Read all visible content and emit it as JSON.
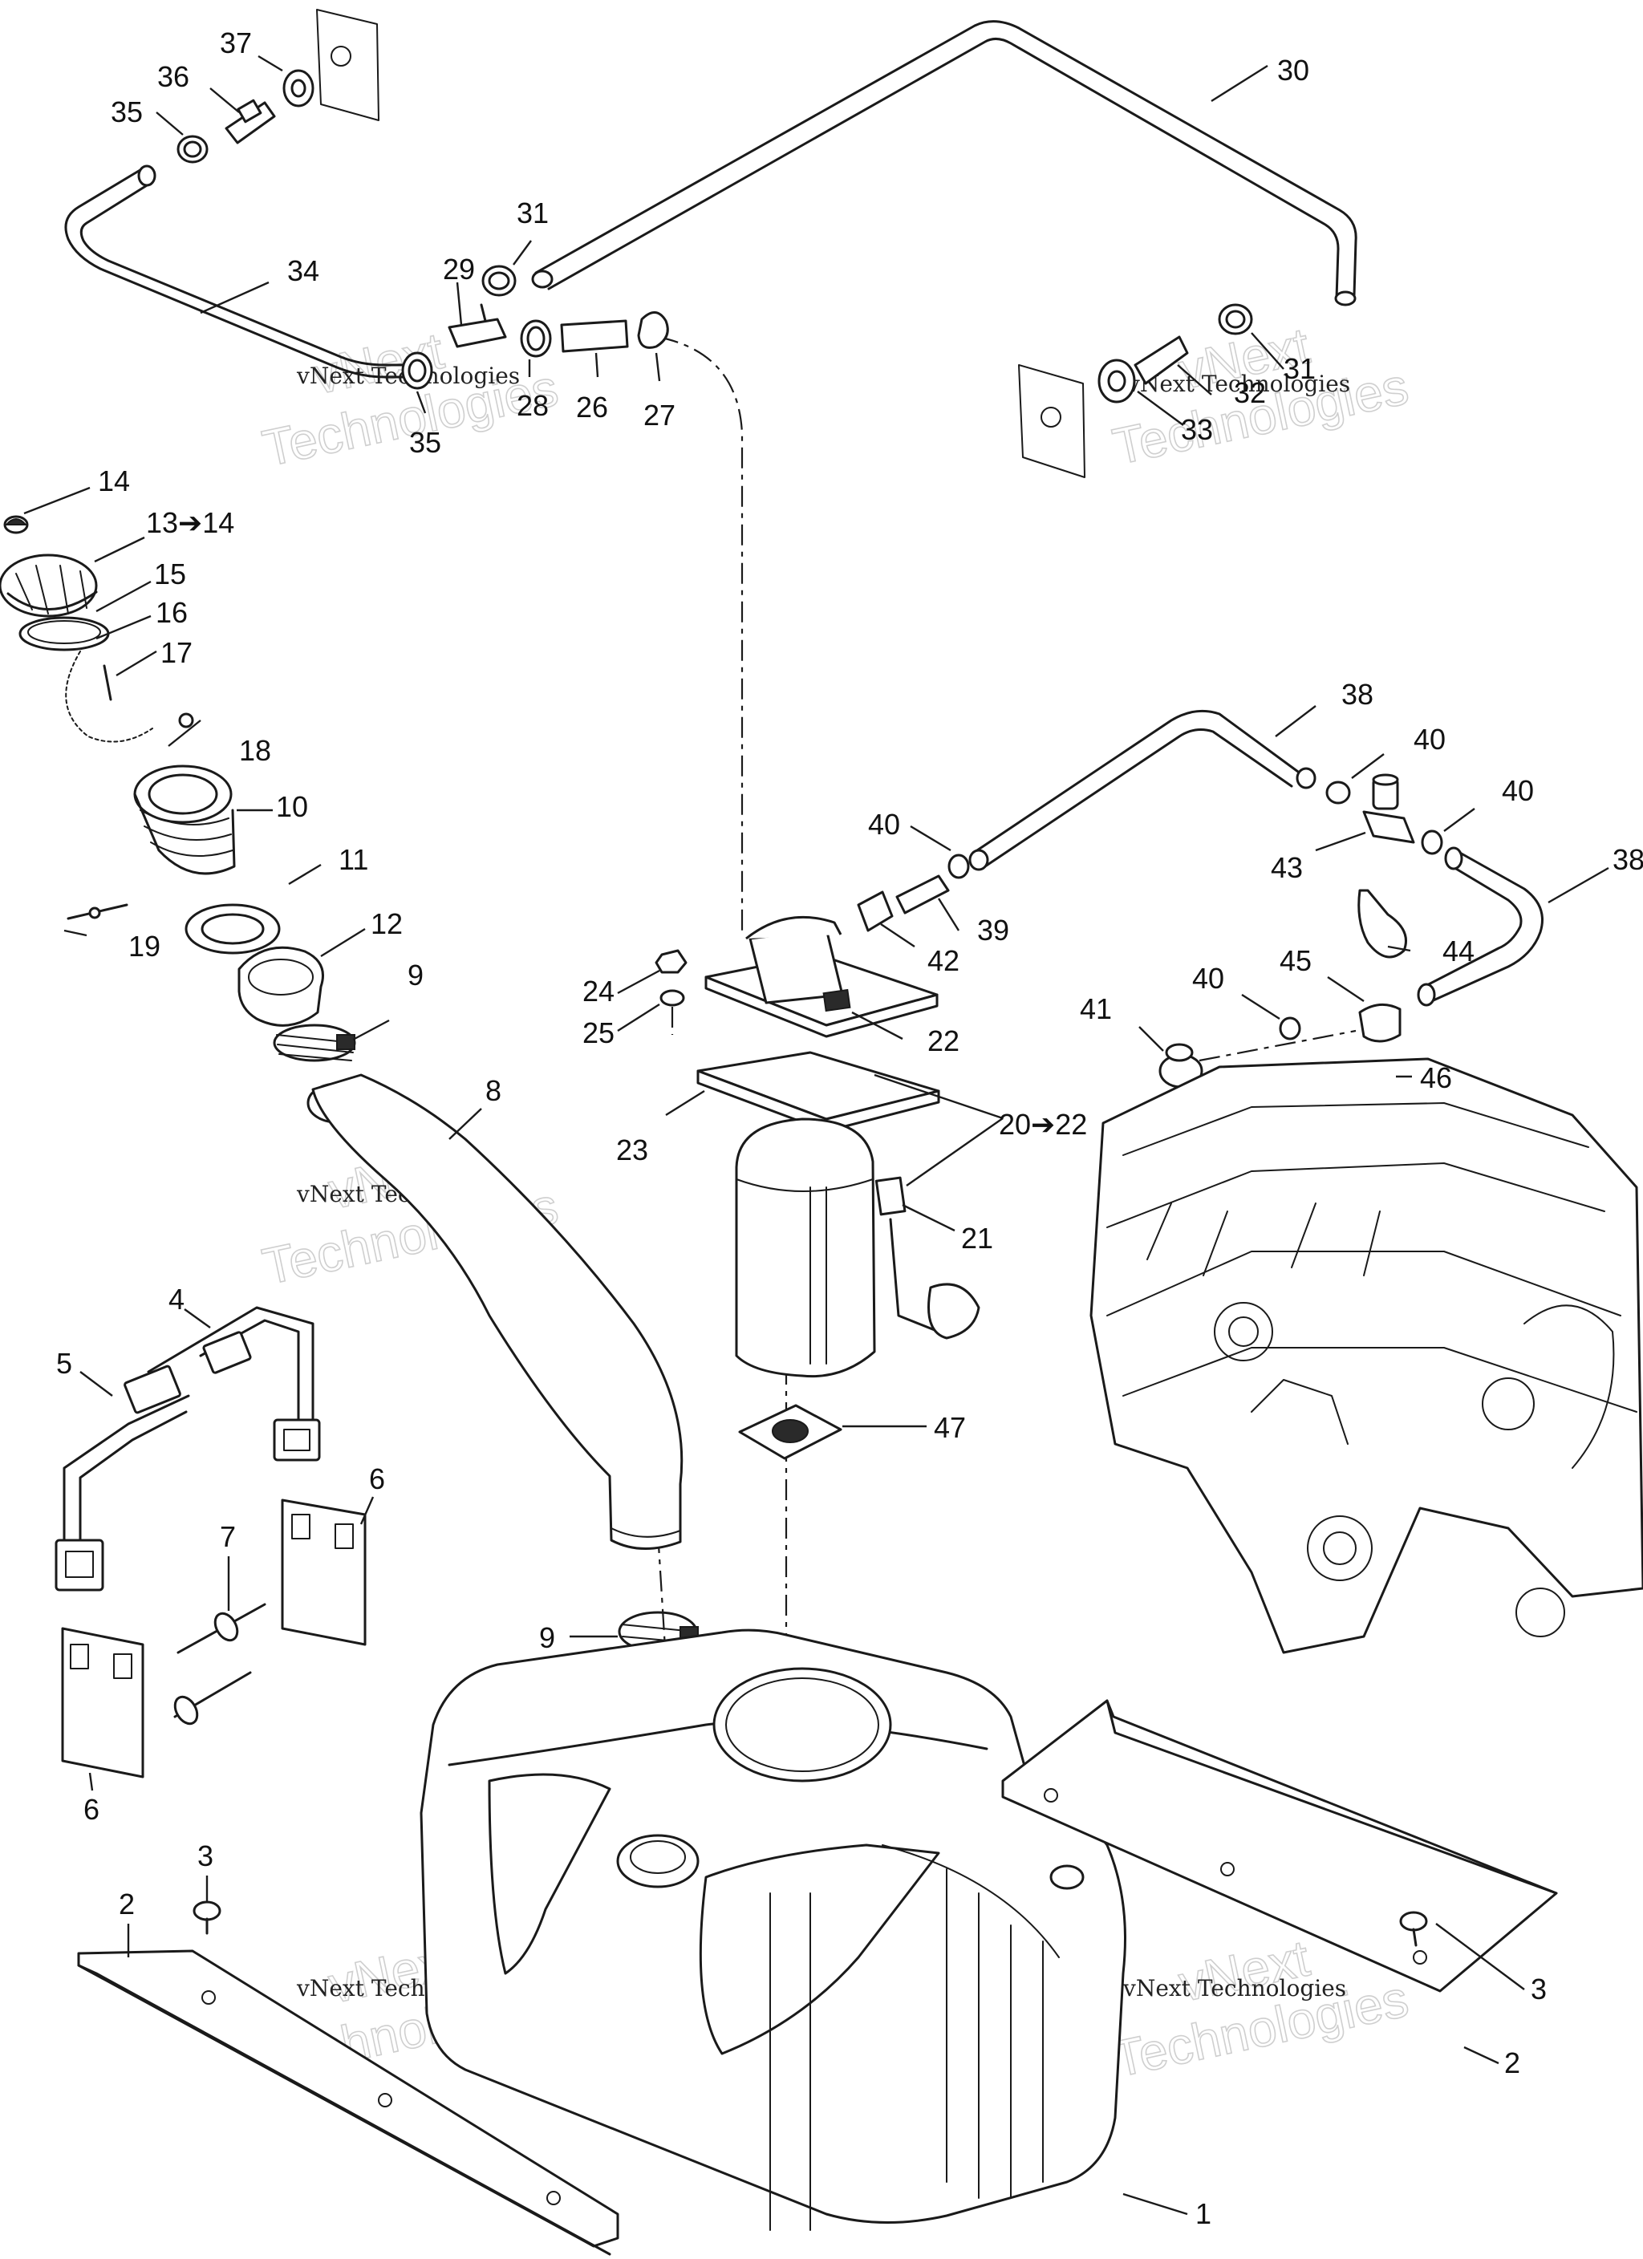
{
  "watermark": {
    "line1": "vNext",
    "line2": "Technologies",
    "small": "vNext Technologies"
  },
  "callouts": {
    "c1": "1",
    "c2a": "2",
    "c2b": "2",
    "c3a": "3",
    "c3b": "3",
    "c4": "4",
    "c5": "5",
    "c6a": "6",
    "c6b": "6",
    "c7": "7",
    "c8": "8",
    "c9a": "9",
    "c9b": "9",
    "c10": "10",
    "c11": "11",
    "c12": "12",
    "c13": "13➔14",
    "c14": "14",
    "c15": "15",
    "c16": "16",
    "c17": "17",
    "c18": "18",
    "c19": "19",
    "c20": "20➔22",
    "c21": "21",
    "c22": "22",
    "c23": "23",
    "c24": "24",
    "c25": "25",
    "c26": "26",
    "c27": "27",
    "c28": "28",
    "c29": "29",
    "c30": "30",
    "c31a": "31",
    "c31b": "31",
    "c32": "32",
    "c33": "33",
    "c34": "34",
    "c35a": "35",
    "c35b": "35",
    "c36": "36",
    "c37": "37",
    "c38a": "38",
    "c38b": "38",
    "c39": "39",
    "c40a": "40",
    "c40b": "40",
    "c40c": "40",
    "c40d": "40",
    "c41": "41",
    "c42": "42",
    "c43": "43",
    "c44": "44",
    "c45": "45",
    "c46": "46",
    "c47": "47"
  }
}
